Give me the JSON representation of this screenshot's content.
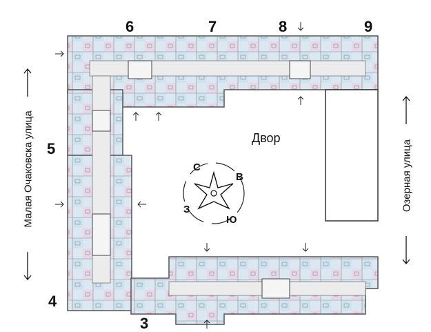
{
  "sections": [
    "6",
    "7",
    "8",
    "9",
    "5",
    "4",
    "3"
  ],
  "courtyard_label": "Двор",
  "streets": {
    "left": "Малая Очаковска улица",
    "right": "Озерная улица"
  },
  "compass": {
    "north": "С",
    "east": "В",
    "west": "З",
    "south": "Ю"
  },
  "colors": {
    "blue": "#cfe3f0",
    "pink": "#e6d6e8",
    "wall": "#555555",
    "corridor": "#ececec"
  }
}
